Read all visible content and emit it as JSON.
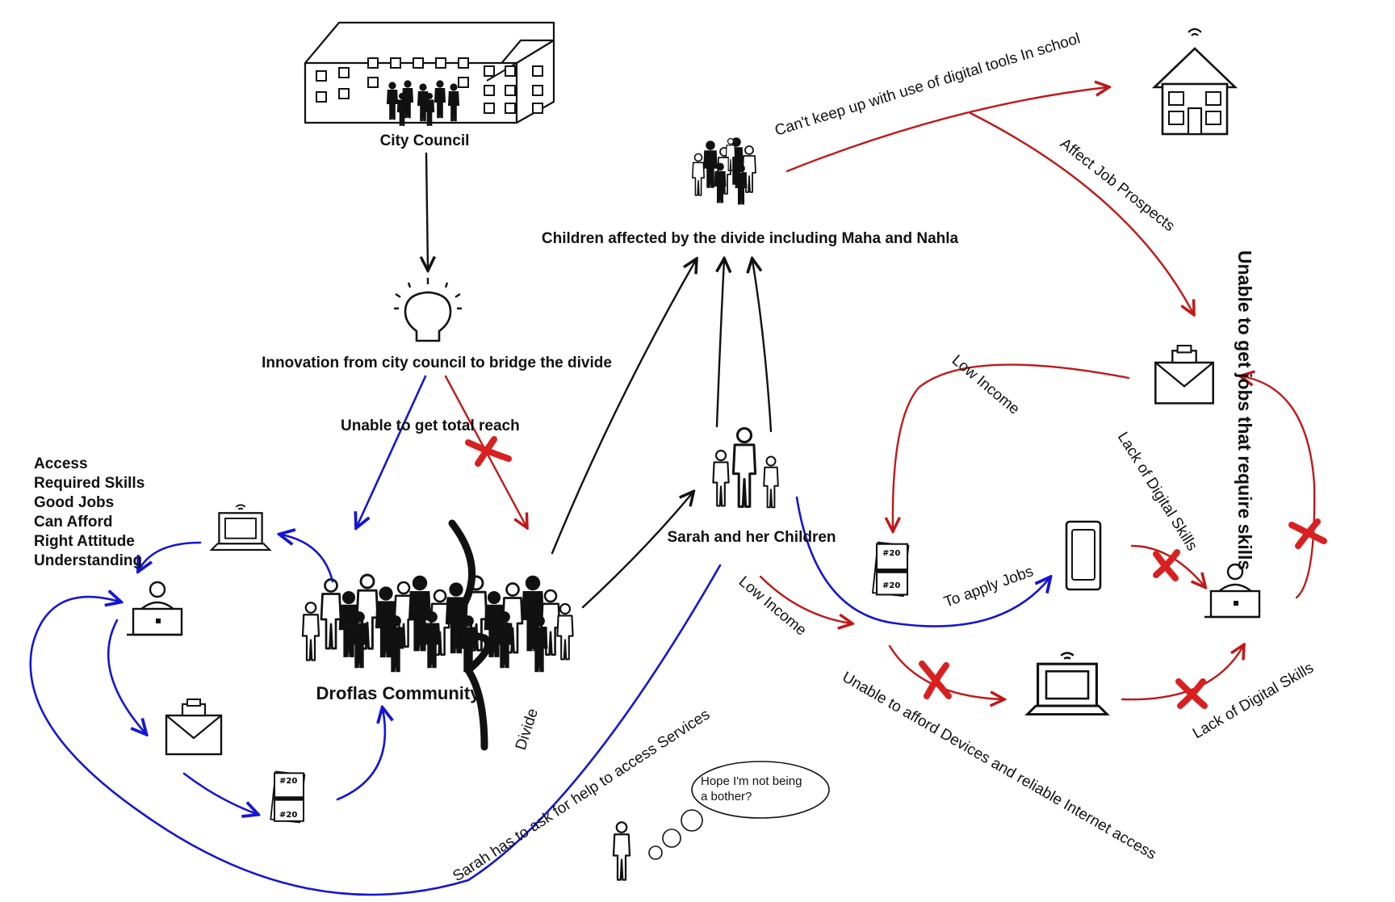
{
  "nodes": {
    "city_council": "City Council",
    "innovation": "Innovation from city council to bridge the divide",
    "children": "Children affected by the divide including Maha and Nahla",
    "sarah": "Sarah and her Children",
    "community": "Droflas Community",
    "divide": "Divide"
  },
  "left_list": [
    "Access",
    "Required Skills",
    "Good Jobs",
    "Can Afford",
    "Right Attitude",
    "Understanding"
  ],
  "edges": {
    "unable_reach": "Unable to get total reach",
    "cant_keep_up": "Can't keep up with use of digital tools In school",
    "affect_job": "Affect Job Prospects",
    "low_income_top": "Low Income",
    "lack_digital_top": "Lack of Digital Skills",
    "unable_jobs": "Unable to get jobs that require skills",
    "to_apply": "To apply Jobs",
    "low_income_mid": "Low Income",
    "unable_afford": "Unable to afford Devices and reliable Internet access",
    "lack_digital_bottom": "Lack of Digital Skills",
    "sarah_ask": "Sarah has to ask for help to access Services"
  },
  "thought": {
    "line1": "Hope I'm not being",
    "line2": "a bother?"
  },
  "money_label": "#20",
  "icons": [
    "building-icon",
    "lightbulb-icon",
    "school-icon",
    "laptop-icon",
    "briefcase-icon",
    "money-icon",
    "phone-icon",
    "person-laptop-icon",
    "people-group-icon",
    "person-icon"
  ],
  "colors": {
    "ink": "#111111",
    "blue": "#1515d6",
    "red": "#c01818",
    "cross": "#d92020"
  }
}
